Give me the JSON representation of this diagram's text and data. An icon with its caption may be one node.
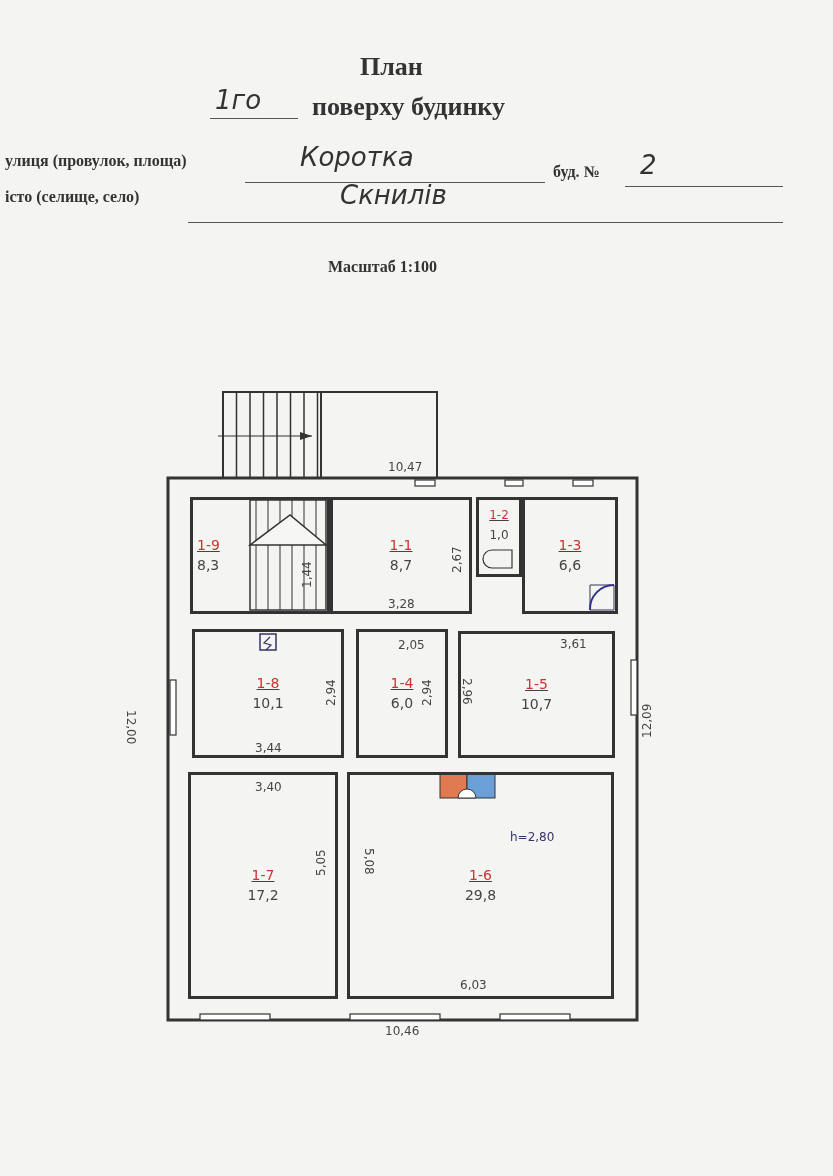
{
  "diagram": {
    "title": "План",
    "nodes": [
      {
        "text": [
          "1-9",
          "8,3"
        ]
      },
      {
        "text": [
          "1-1",
          "8,7"
        ]
      },
      {
        "text": [
          "1-2",
          "1,0"
        ]
      },
      {
        "text": [
          "1-3",
          "6,6"
        ]
      },
      {
        "text": [
          "1-8",
          "10,1"
        ]
      },
      {
        "text": [
          "1-4",
          "6,0"
        ]
      },
      {
        "text": [
          "1-5",
          "10,7"
        ]
      },
      {
        "text": [
          "1-7",
          "17,2"
        ]
      },
      {
        "text": [
          "1-6",
          "29,8"
        ]
      }
    ],
    "labels": [
      "1го",
      "поверху будинку",
      "улиця (провулок, площа)",
      "Коротка",
      "буд. №",
      "2",
      "істо (селище, село)",
      "Скнилів",
      "Масштаб 1:100",
      "10,47",
      "1,44",
      "2,67",
      "3,28",
      "2,05",
      "3,61",
      "2,94",
      "2,94",
      "2,96",
      "3,44",
      "3,40",
      "5,05",
      "5,08",
      "h=2,80",
      "6,03",
      "12,00",
      "12,09",
      "10,46"
    ]
  }
}
